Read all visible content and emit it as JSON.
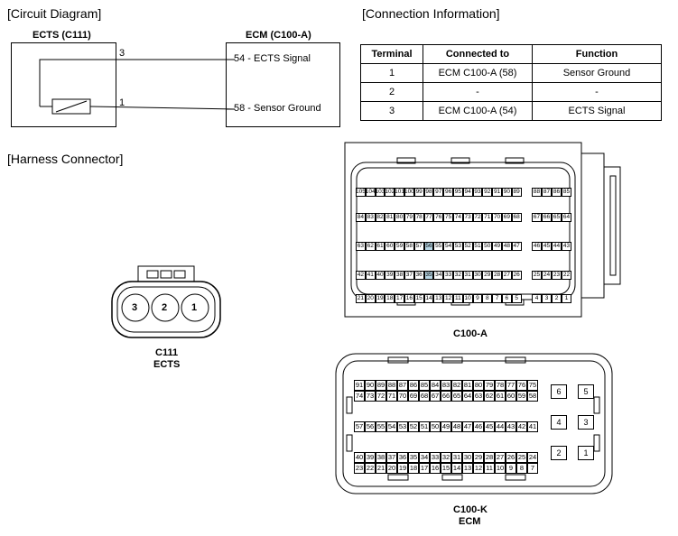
{
  "circuit": {
    "section_title": "[Circuit Diagram]",
    "ects_label": "ECTS (C111)",
    "ecm_label": "ECM (C100-A)",
    "pin3": "3",
    "pin1": "1",
    "signal_label": "54 - ECTS Signal",
    "ground_label": "58 - Sensor Ground"
  },
  "connection": {
    "section_title": "[Connection Information]",
    "headers": [
      "Terminal",
      "Connected to",
      "Function"
    ],
    "rows": [
      [
        "1",
        "ECM C100-A (58)",
        "Sensor Ground"
      ],
      [
        "2",
        "-",
        "-"
      ],
      [
        "3",
        "ECM C100-A (54)",
        "ECTS Signal"
      ]
    ]
  },
  "harness": {
    "section_title": "[Harness Connector]",
    "c111_pins": [
      "3",
      "2",
      "1"
    ],
    "c111_label": "C111",
    "c111_sub": "ECTS",
    "c100a_label": "C100-A",
    "c100k_label": "C100-K",
    "c100k_sub": "ECM",
    "c100a_rows": [
      {
        "main": [
          "105",
          "104",
          "103",
          "102",
          "101",
          "100",
          "99",
          "98",
          "97",
          "96",
          "95",
          "94",
          "93",
          "92",
          "91",
          "90",
          "89"
        ],
        "side": [
          "88",
          "87",
          "86",
          "85"
        ]
      },
      {
        "main": [
          "84",
          "83",
          "82",
          "81",
          "80",
          "79",
          "78",
          "77",
          "76",
          "75",
          "74",
          "73",
          "72",
          "71",
          "70",
          "69",
          "68"
        ],
        "side": [
          "67",
          "66",
          "65",
          "64"
        ]
      },
      {
        "main": [
          "63",
          "62",
          "61",
          "60",
          "59",
          "58",
          "57",
          "56",
          "55",
          "54",
          "53",
          "52",
          "51",
          "50",
          "49",
          "48",
          "47"
        ],
        "side": [
          "46",
          "45",
          "44",
          "43"
        ]
      },
      {
        "main": [
          "42",
          "41",
          "40",
          "39",
          "38",
          "37",
          "36",
          "35",
          "34",
          "33",
          "32",
          "31",
          "30",
          "29",
          "28",
          "27",
          "26"
        ],
        "side": [
          "25",
          "24",
          "23",
          "22"
        ]
      },
      {
        "main": [
          "21",
          "20",
          "19",
          "18",
          "17",
          "16",
          "15",
          "14",
          "13",
          "12",
          "11",
          "10",
          "9",
          "8",
          "7",
          "6",
          "5"
        ],
        "side": [
          "4",
          "3",
          "2",
          "1"
        ]
      }
    ],
    "c100a_highlight": [
      "56",
      "35"
    ],
    "c100k_rows": [
      [
        "91",
        "90",
        "89",
        "88",
        "87",
        "86",
        "85",
        "84",
        "83",
        "82",
        "81",
        "80",
        "79",
        "78",
        "77",
        "76",
        "75"
      ],
      [
        "74",
        "73",
        "72",
        "71",
        "70",
        "69",
        "68",
        "67",
        "66",
        "65",
        "64",
        "63",
        "62",
        "61",
        "60",
        "59",
        "58"
      ],
      [
        "57",
        "56",
        "55",
        "54",
        "53",
        "52",
        "51",
        "50",
        "49",
        "48",
        "47",
        "46",
        "45",
        "44",
        "43",
        "42",
        "41"
      ],
      [
        "40",
        "39",
        "38",
        "37",
        "36",
        "35",
        "34",
        "33",
        "32",
        "31",
        "30",
        "29",
        "28",
        "27",
        "26",
        "25",
        "24"
      ],
      [
        "23",
        "22",
        "21",
        "20",
        "19",
        "18",
        "17",
        "16",
        "15",
        "14",
        "13",
        "12",
        "11",
        "10",
        "9",
        "8",
        "7"
      ]
    ],
    "c100k_side": [
      "6",
      "5",
      "4",
      "3",
      "2",
      "1"
    ]
  }
}
